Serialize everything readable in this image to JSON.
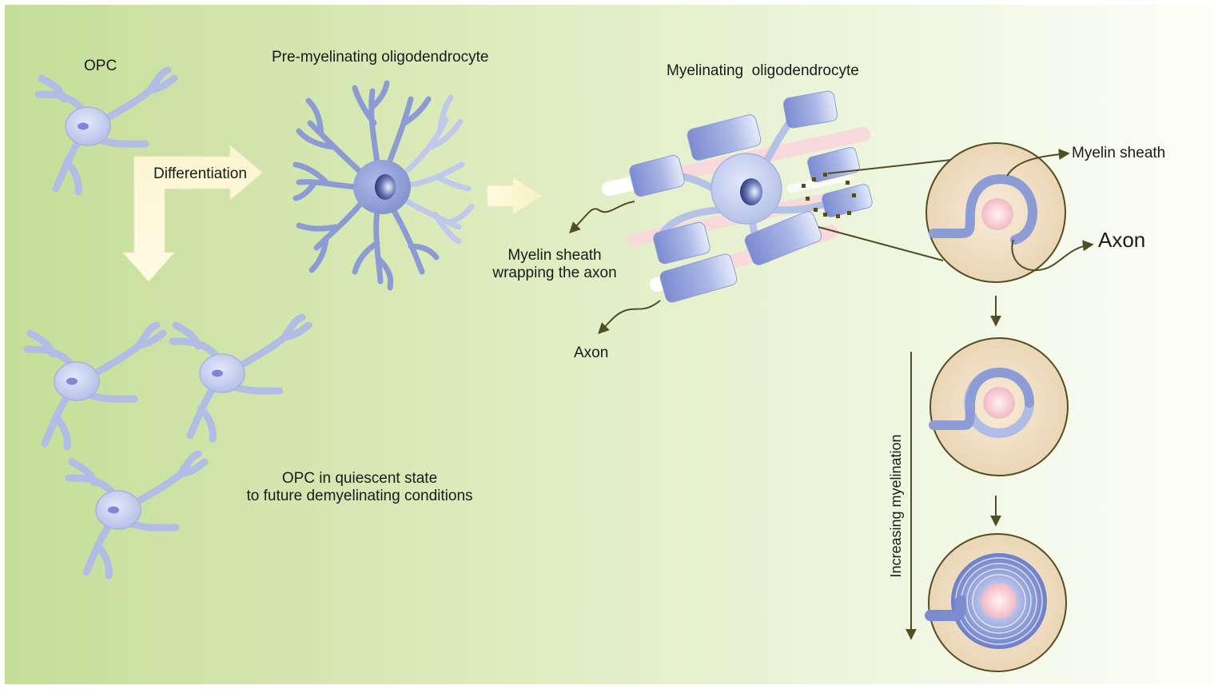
{
  "labels": {
    "opc": "OPC",
    "differentiation": "Differentiation",
    "pre_myelinating": "Pre-myelinating oligodendrocyte",
    "myelinating": "Myelinating  oligodendrocyte",
    "myelin_sheath_wrap_line1": "Myelin sheath",
    "myelin_sheath_wrap_line2": "wrapping the axon",
    "axon_small": "Axon",
    "myelin_sheath": "Myelin sheath",
    "axon_large": "Axon",
    "quiescent_line1": "OPC in quiescent state",
    "quiescent_line2": "to future demyelinating conditions",
    "increasing_myelination": "Increasing myelination"
  },
  "colors": {
    "background_left": "#c4de98",
    "background_right": "#fbfdf6",
    "cell_fill": "#c8d2ef",
    "cell_stroke": "#8e9bcf",
    "myelin_blue": "#8d9bd4",
    "axon_pink": "#f6d2d8",
    "circle_fill": "#f1dcbf",
    "circle_stroke": "#524d22",
    "arrow_cream": "#fdf8d2",
    "leader_line": "#524d22"
  }
}
